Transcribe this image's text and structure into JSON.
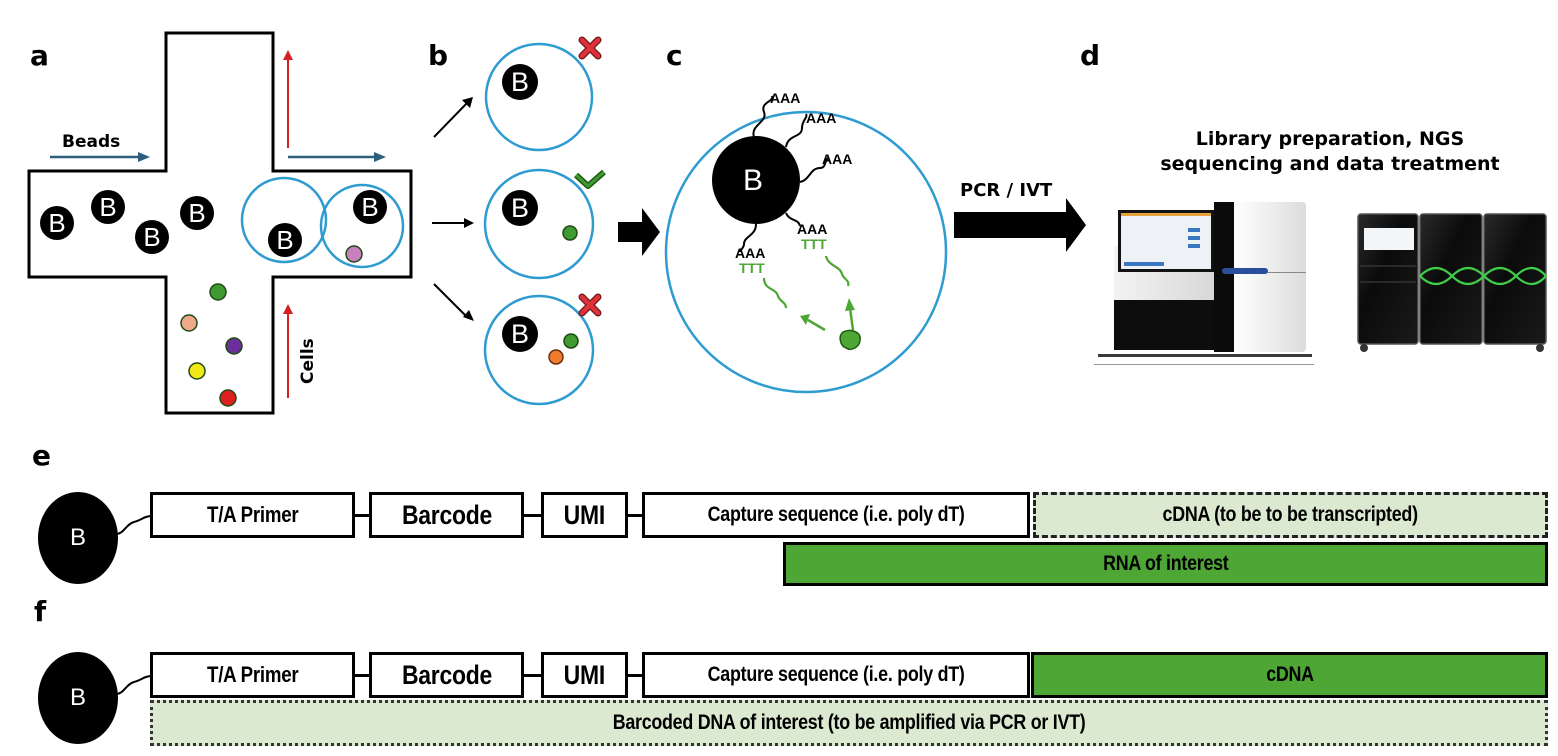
{
  "panels": {
    "a": {
      "label": "a",
      "beads_label": "Beads",
      "cells_label": "Cells",
      "bead_letter": "B",
      "cell_colors": [
        "#3f9a32",
        "#f0a88a",
        "#6a2f9a",
        "#f2e817",
        "#e02020",
        "#c77fc0"
      ],
      "droplet_color": "#2e9bd1",
      "flow_arrow_color": "#2b5f7c",
      "up_arrow_color": "#d42020"
    },
    "b": {
      "label": "b",
      "bead_letter": "B",
      "droplets": [
        {
          "name": "empty-bead-droplet",
          "status": "rejected",
          "status_icon": "cross-icon"
        },
        {
          "name": "single-cell-droplet",
          "status": "accepted",
          "status_icon": "check-icon"
        },
        {
          "name": "doublet-droplet",
          "status": "rejected",
          "status_icon": "cross-icon"
        }
      ],
      "reject_color": "#e0303a",
      "accept_color": "#3f9a32"
    },
    "c": {
      "label": "c",
      "bead_letter": "B",
      "polyA_label": "AAA",
      "polyT_label": "TTT",
      "polyT_color": "#4ea635"
    },
    "arrow_label": "PCR / IVT",
    "d": {
      "label": "d",
      "title_line1": "Library preparation, NGS",
      "title_line2": "sequencing and data treatment"
    },
    "e": {
      "label": "e",
      "bead_letter": "B",
      "segments": [
        "T/A Primer",
        "Barcode",
        "UMI",
        "Capture sequence (i.e. poly dT)",
        "cDNA (to be to be transcripted)"
      ],
      "rna_bar": "RNA of interest"
    },
    "f": {
      "label": "f",
      "bead_letter": "B",
      "segments": [
        "T/A Primer",
        "Barcode",
        "UMI",
        "Capture sequence (i.e. poly dT)",
        "cDNA"
      ],
      "dna_bar": "Barcoded DNA of interest (to be amplified via PCR or IVT)"
    }
  },
  "colors": {
    "green_fill": "#4ea635",
    "light_green_fill": "#dbe9d1",
    "droplet_blue": "#2e9bd1"
  }
}
